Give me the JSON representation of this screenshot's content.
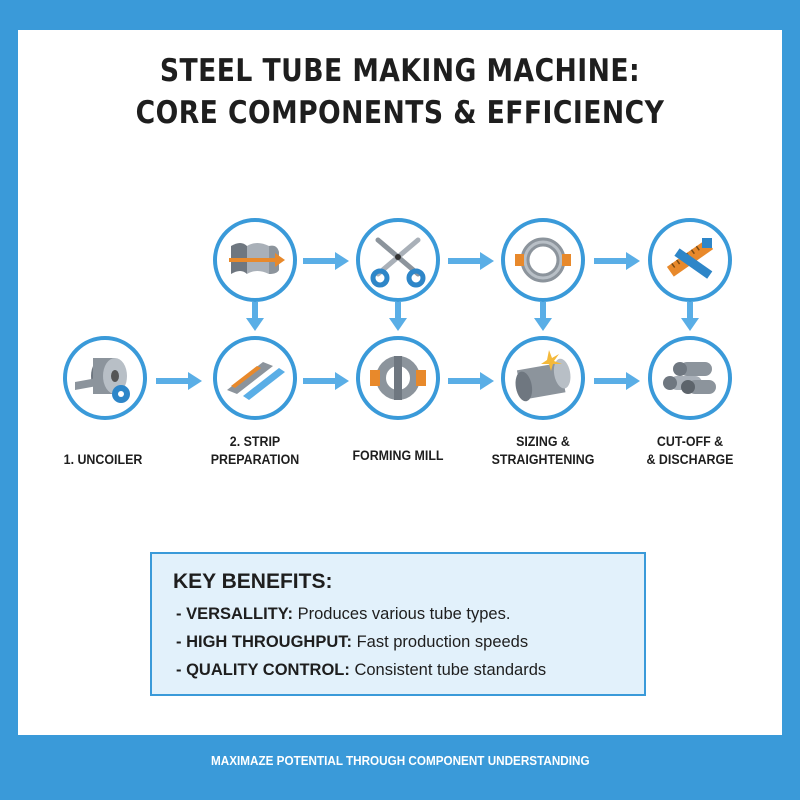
{
  "title": {
    "line1": "STEEL TUBE MAKING MACHINE:",
    "line2": "CORE COMPONENTS & EFFICIENCY"
  },
  "steps": [
    {
      "label_lines": [
        "1. UNCOILER"
      ],
      "icon": "steel-coil-gear-icon"
    },
    {
      "label_lines": [
        "2. STRIP",
        "PREPARATION"
      ],
      "icon": "steel-strip-icon"
    },
    {
      "label_lines": [
        "FORMING MILL"
      ],
      "icon": "forming-rollers-icon"
    },
    {
      "label_lines": [
        "SIZING &",
        "STRAIGHTENING"
      ],
      "icon": "welded-tube-icon"
    },
    {
      "label_lines": [
        "CUT-OFF &",
        "& DISCHARGE"
      ],
      "icon": "tube-bundle-icon"
    }
  ],
  "upper_icons": [
    "bent-sheet-arrow-icon",
    "shears-icon",
    "clamp-ring-icon",
    "ruler-saw-icon"
  ],
  "benefits": {
    "heading": "KEY BENEFITS:",
    "items": [
      {
        "key": "- VERSALLITY:",
        "text": " Produces various tube types."
      },
      {
        "key": "- HIGH THROUGHPUT:",
        "text": " Fast production speeds"
      },
      {
        "key": "- QUALITY CONTROL:",
        "text": " Consistent tube standards"
      }
    ]
  },
  "footer": "MAXIMAZE POTENTIAL THROUGH COMPONENT UNDERSTANDING",
  "colors": {
    "accent": "#3a9ad9",
    "arrow": "#5aaee6",
    "box_fill": "#e2f1fb",
    "highlight": "#e8892b"
  }
}
